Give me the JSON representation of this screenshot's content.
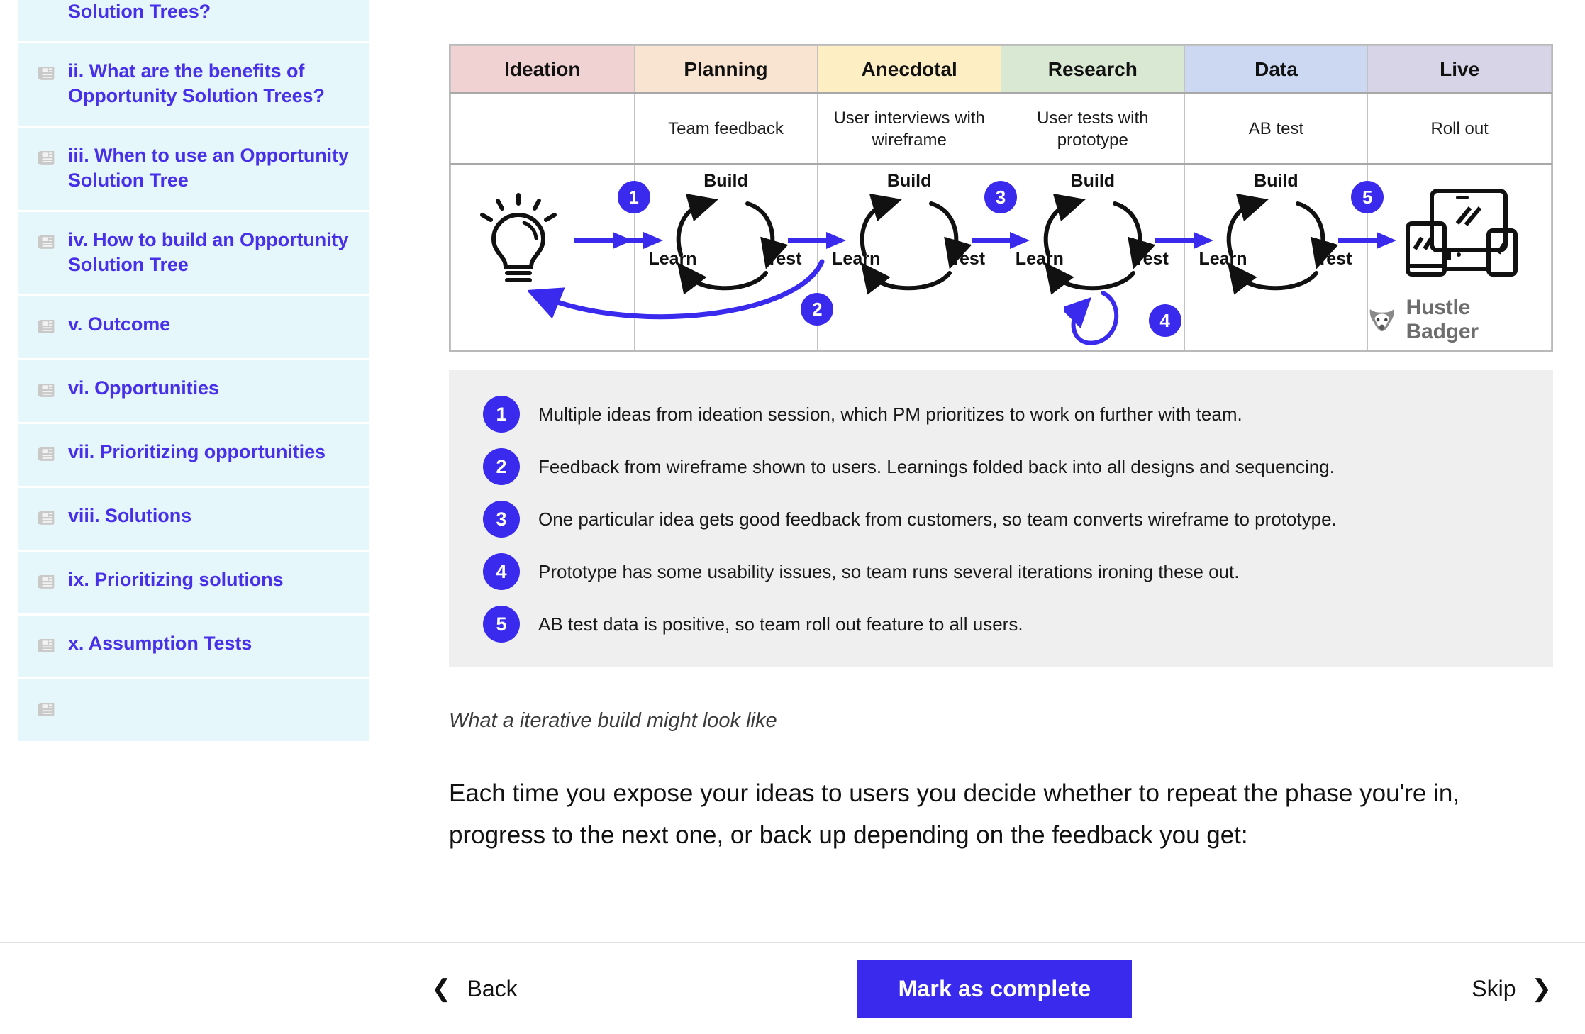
{
  "sidebar": {
    "items": [
      {
        "label": "i. What are Opportunity Solution Trees?",
        "icon": "article-icon"
      },
      {
        "label": "ii. What are the benefits of Opportunity Solution Trees?",
        "icon": "article-icon"
      },
      {
        "label": "iii. When to use an Opportunity Solution Tree",
        "icon": "article-icon"
      },
      {
        "label": "iv. How to build an Opportunity Solution Tree",
        "icon": "article-icon"
      },
      {
        "label": "v. Outcome",
        "icon": "article-icon"
      },
      {
        "label": "vi. Opportunities",
        "icon": "article-icon"
      },
      {
        "label": "vii. Prioritizing opportunities",
        "icon": "article-icon"
      },
      {
        "label": "viii. Solutions",
        "icon": "article-icon"
      },
      {
        "label": "ix. Prioritizing solutions",
        "icon": "article-icon"
      },
      {
        "label": "x. Assumption Tests",
        "icon": "article-icon"
      },
      {
        "label": "",
        "icon": "article-icon"
      }
    ]
  },
  "figure": {
    "columns": [
      {
        "phase": "Ideation",
        "activity": "",
        "header_color": "#f0d2d2"
      },
      {
        "phase": "Planning",
        "activity": "Team feedback",
        "header_color": "#f8e4d0"
      },
      {
        "phase": "Anecdotal",
        "activity": "User interviews with wireframe",
        "header_color": "#fdeec4"
      },
      {
        "phase": "Research",
        "activity": "User tests with prototype",
        "header_color": "#d8e8d2"
      },
      {
        "phase": "Data",
        "activity": "AB test",
        "header_color": "#ccd8f2"
      },
      {
        "phase": "Live",
        "activity": "Roll out",
        "header_color": "#d8d4e8"
      }
    ],
    "loop_labels": {
      "build": "Build",
      "test": "Test",
      "learn": "Learn"
    },
    "badges": [
      "1",
      "2",
      "3",
      "4",
      "5"
    ],
    "brand": "Hustle Badger",
    "accent_color": "#3a2aee"
  },
  "legend": {
    "items": [
      {
        "num": "1",
        "text": "Multiple ideas from ideation session, which PM prioritizes to work on further with team."
      },
      {
        "num": "2",
        "text": "Feedback from wireframe shown to users. Learnings folded back into all designs and sequencing."
      },
      {
        "num": "3",
        "text": "One particular idea gets good feedback from customers, so team converts wireframe to prototype."
      },
      {
        "num": "4",
        "text": "Prototype has some usability issues, so team runs several iterations ironing these out."
      },
      {
        "num": "5",
        "text": "AB test data is positive, so team roll out feature to all users."
      }
    ]
  },
  "article": {
    "caption": "What a iterative build might look like",
    "paragraph": "Each time you expose your ideas to users you decide whether to repeat the phase you're in, progress to the next one, or back up depending on the feedback you get:"
  },
  "bottom_bar": {
    "back_label": "Back",
    "complete_label": "Mark as complete",
    "skip_label": "Skip",
    "back_icon": "chevron-left-icon",
    "skip_icon": "chevron-right-icon"
  }
}
